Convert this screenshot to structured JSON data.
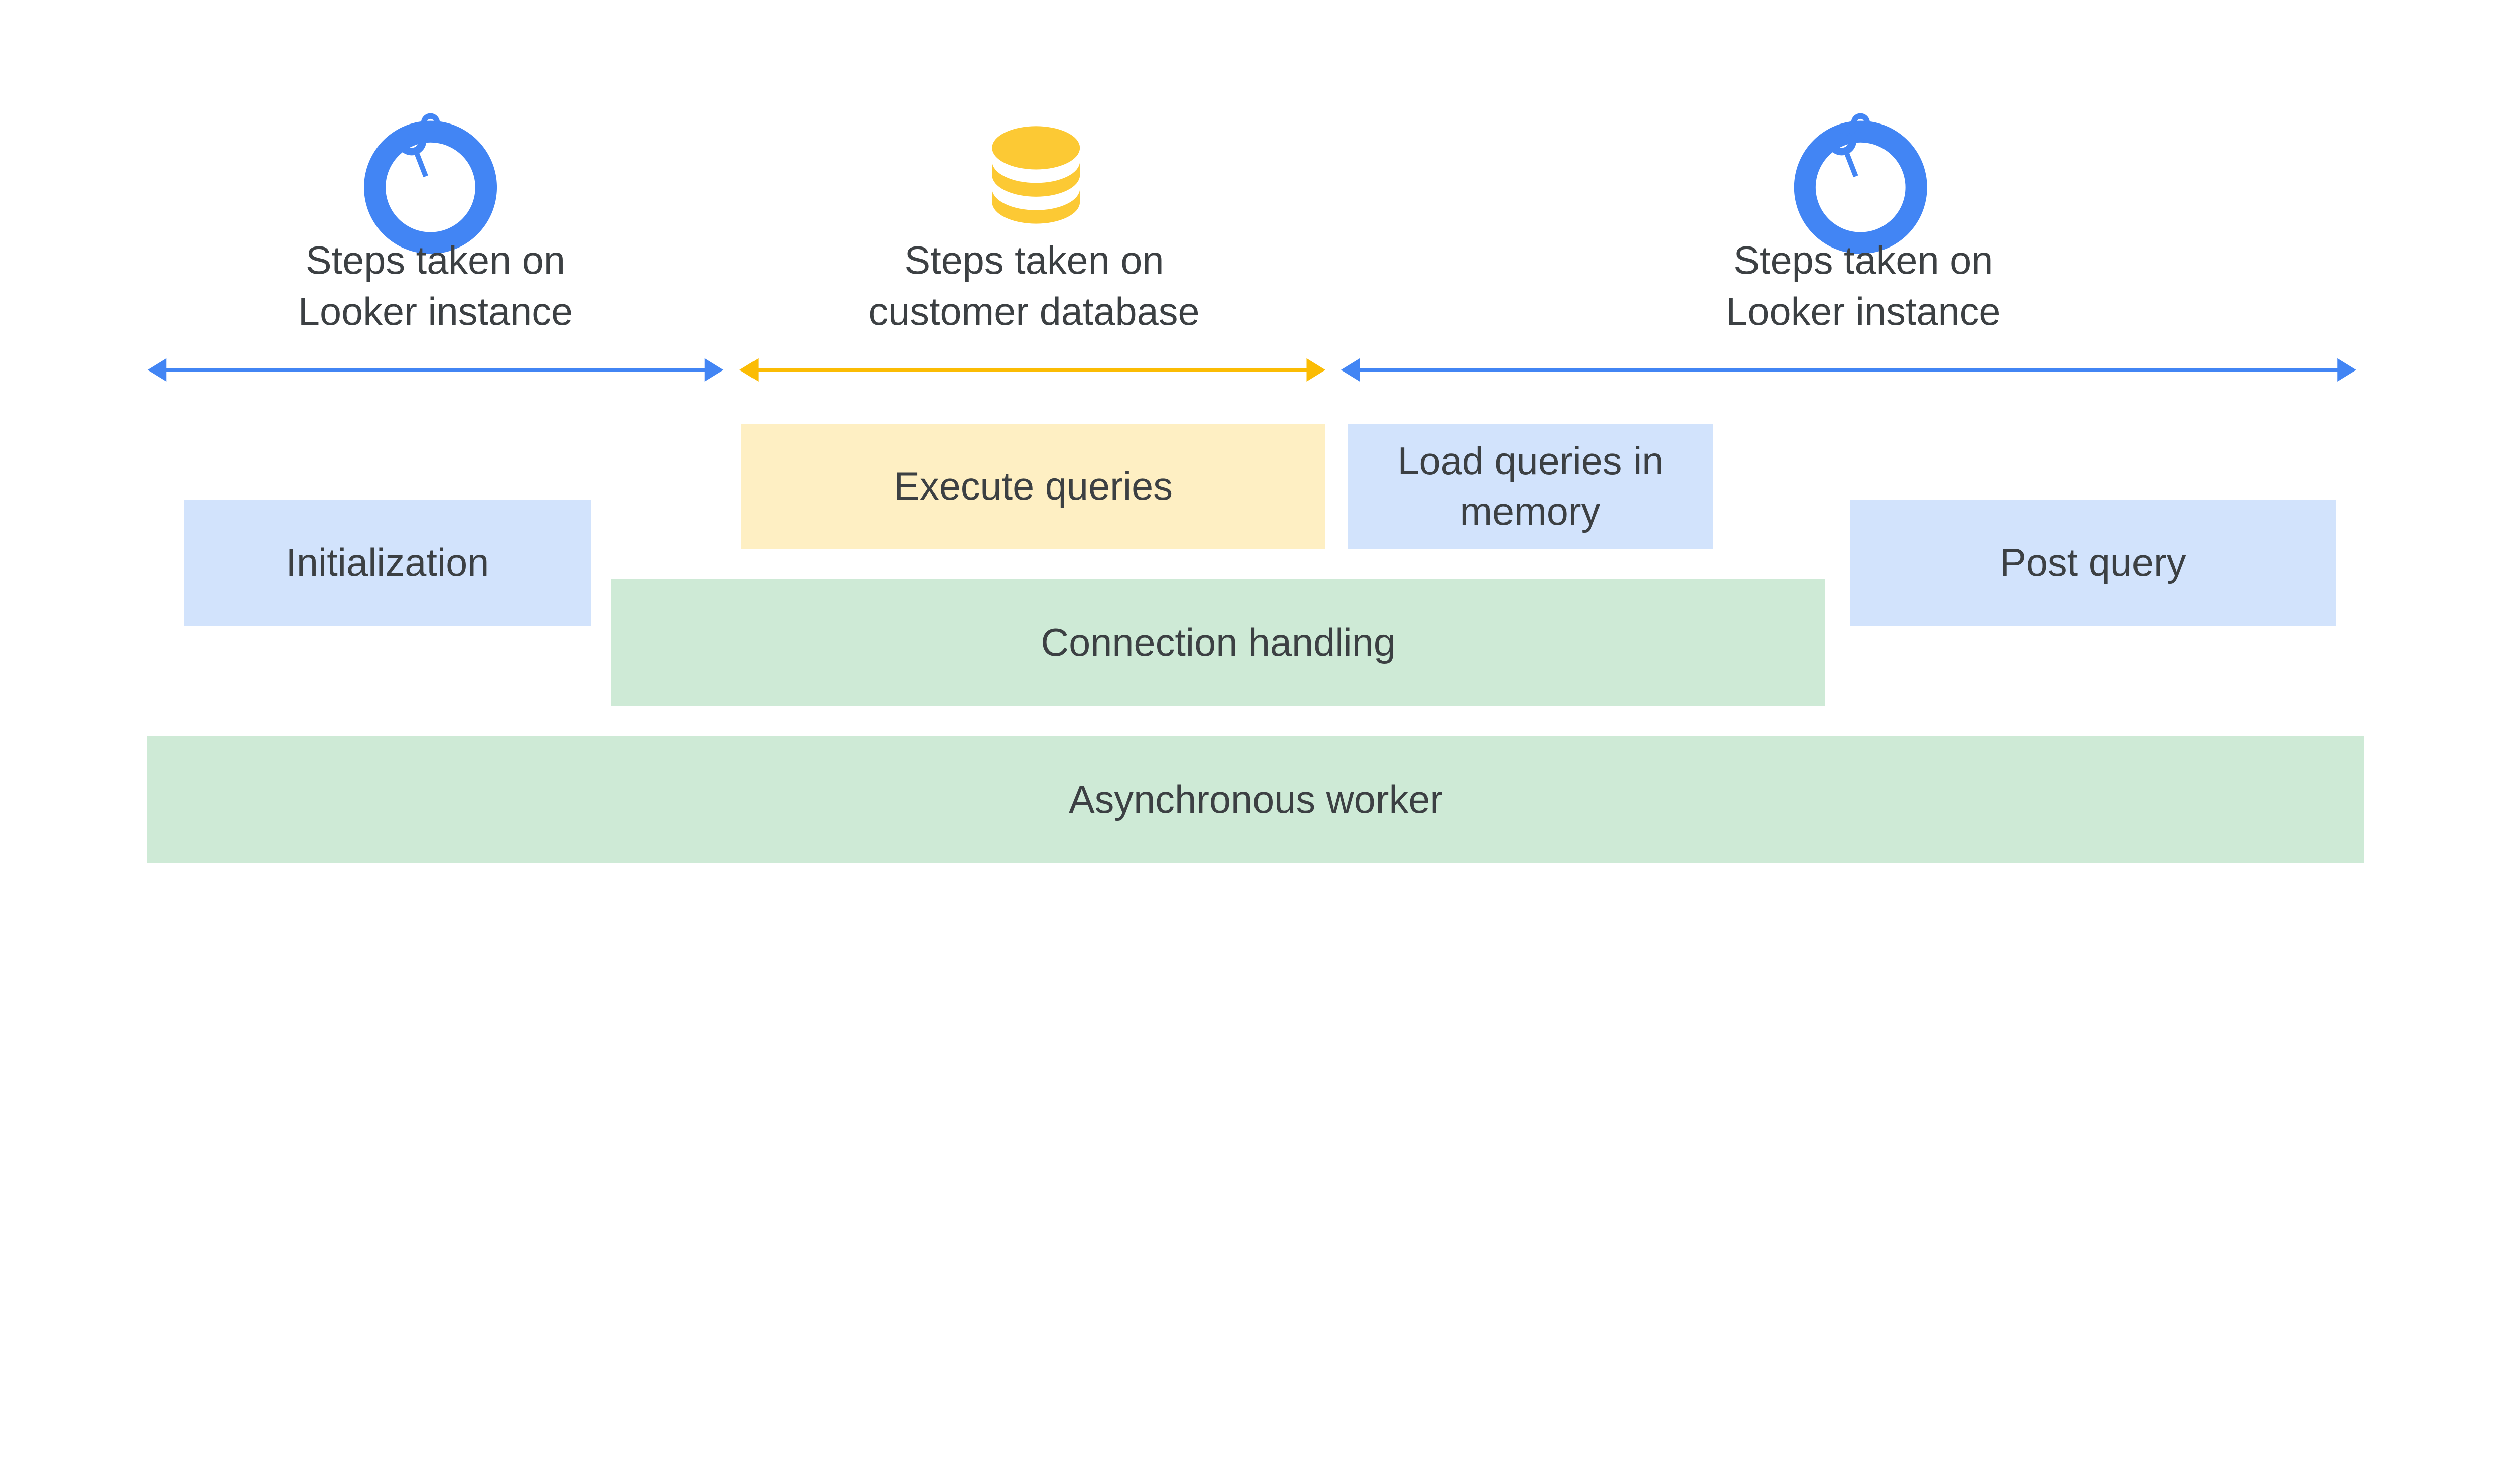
{
  "colors": {
    "looker_blue": "#4285f4",
    "database_yellow": "#fcc934",
    "arrow_yellow": "#fbbc04",
    "blue_box": "#d2e3fc",
    "yellow_box": "#feefc3",
    "green_box": "#ceead6",
    "text": "#3c4043"
  },
  "sections": [
    {
      "icon": "looker-logo-icon",
      "line1": "Steps taken on",
      "line2": "Looker instance"
    },
    {
      "icon": "database-icon",
      "line1": "Steps taken on",
      "line2": "customer database"
    },
    {
      "icon": "looker-logo-icon",
      "line1": "Steps taken on",
      "line2": "Looker instance"
    }
  ],
  "boxes": {
    "execute_queries": "Execute queries",
    "load_queries": "Load queries in memory",
    "initialization": "Initialization",
    "post_query": "Post query",
    "connection_handling": "Connection handling",
    "asynchronous_worker": "Asynchronous worker"
  }
}
